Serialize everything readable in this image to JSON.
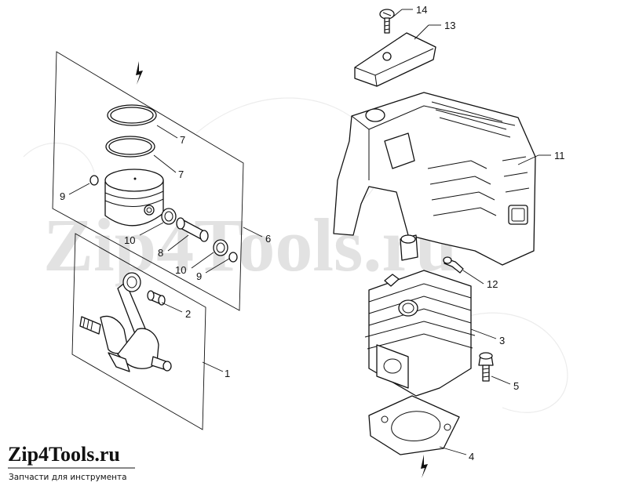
{
  "watermark": "Zip4Tools.ru",
  "logo": {
    "title": "Zip4Tools.ru",
    "subtitle": "Запчасти для инструмента"
  },
  "callouts": [
    "1",
    "2",
    "3",
    "4",
    "5",
    "6",
    "7",
    "7",
    "8",
    "9",
    "9",
    "10",
    "10",
    "11",
    "12",
    "13",
    "14"
  ],
  "colors": {
    "ink": "#111111",
    "watermark": "#e2e2e2",
    "background": "#ffffff"
  },
  "icons": {
    "top_arrow": "lightning-arrow-icon",
    "bottom_arrow": "lightning-arrow-icon"
  }
}
